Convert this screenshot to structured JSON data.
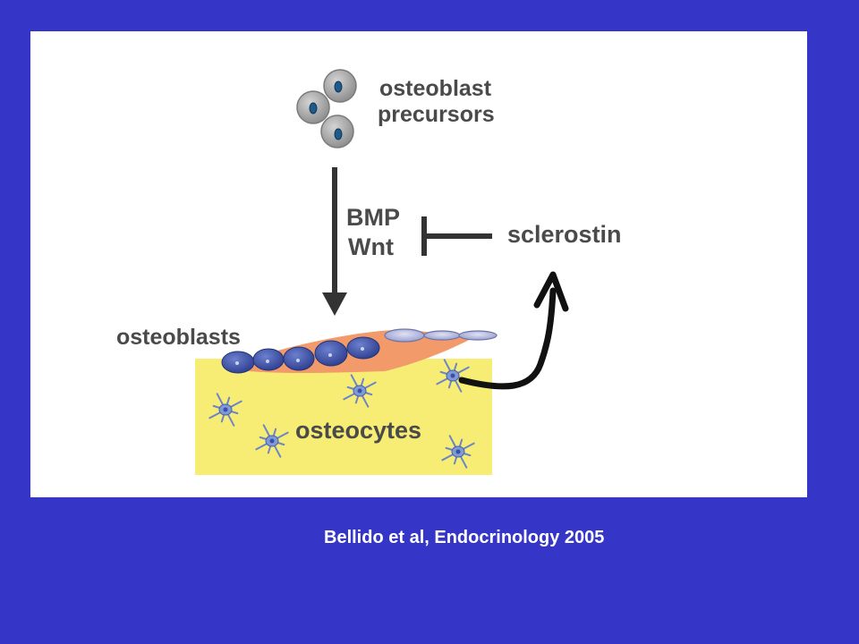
{
  "diagram": {
    "labels": {
      "precursors_line1": "osteoblast",
      "precursors_line2": "precursors",
      "bmp": "BMP",
      "wnt": "Wnt",
      "sclerostin": "sclerostin",
      "osteoblasts": "osteoblasts",
      "osteocytes": "osteocytes"
    },
    "colors": {
      "background": "#3535c8",
      "panel": "#ffffff",
      "bone_matrix": "#f7ec74",
      "osteoid": "#f29a6a",
      "osteoblast_cell": "#3a4fa8",
      "osteocyte_cell": "#6a86c8",
      "precursor_cell": "#9a9a9a",
      "text": "#4a4a4a",
      "arrow": "#333333"
    }
  },
  "citation": "Bellido et al, Endocrinology 2005"
}
